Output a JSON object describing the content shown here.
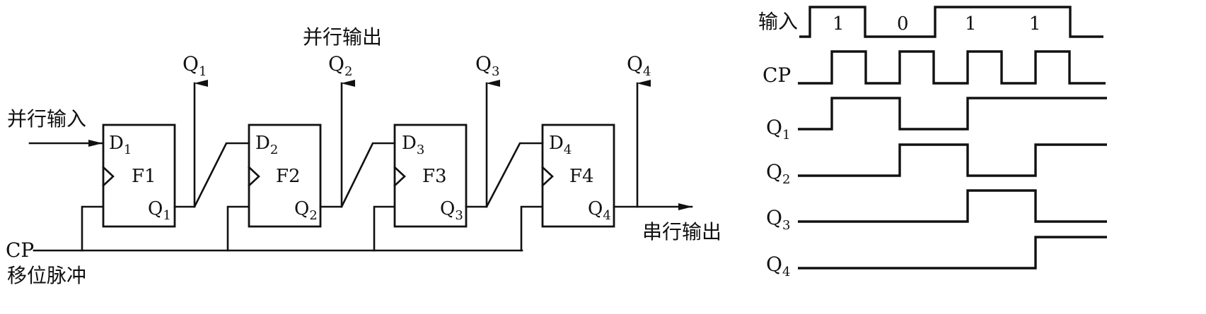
{
  "circuit": {
    "parallel_output_label": "并行输出",
    "parallel_input_label": "并行输入",
    "serial_output_label": "串行输出",
    "cp_label": "CP",
    "shift_pulse_label": "移位脉冲",
    "flipflops": [
      {
        "name": "F1",
        "d_main": "D",
        "d_sub": "1",
        "q_main": "Q",
        "q_sub": "1",
        "out_main": "Q",
        "out_sub": "1"
      },
      {
        "name": "F2",
        "d_main": "D",
        "d_sub": "2",
        "q_main": "Q",
        "q_sub": "2",
        "out_main": "Q",
        "out_sub": "2"
      },
      {
        "name": "F3",
        "d_main": "D",
        "d_sub": "3",
        "q_main": "Q",
        "q_sub": "3",
        "out_main": "Q",
        "out_sub": "3"
      },
      {
        "name": "F4",
        "d_main": "D",
        "d_sub": "4",
        "q_main": "Q",
        "q_sub": "4",
        "out_main": "Q",
        "out_sub": "4"
      }
    ]
  },
  "timing": {
    "rows": [
      {
        "main": "输入",
        "sub": ""
      },
      {
        "main": "CP",
        "sub": ""
      },
      {
        "main": "Q",
        "sub": "1"
      },
      {
        "main": "Q",
        "sub": "2"
      },
      {
        "main": "Q",
        "sub": "3"
      },
      {
        "main": "Q",
        "sub": "4"
      }
    ],
    "input_bits": [
      "1",
      "0",
      "1",
      "1"
    ]
  }
}
